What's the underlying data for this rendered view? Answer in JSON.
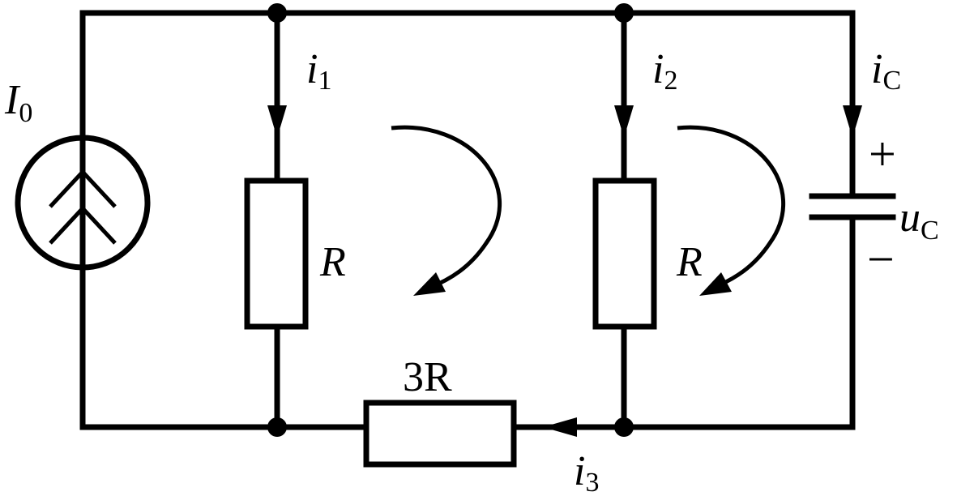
{
  "diagram": {
    "source": {
      "symbol": "I",
      "subscript": "0"
    },
    "resistor_left": {
      "label": "R"
    },
    "resistor_mid": {
      "label": "R"
    },
    "resistor_bottom": {
      "label": "3R"
    },
    "capacitor": {
      "symbol": "u",
      "subscript": "C",
      "plus": "+",
      "minus": "−"
    },
    "currents": {
      "i1": {
        "symbol": "i",
        "subscript": "1"
      },
      "i2": {
        "symbol": "i",
        "subscript": "2"
      },
      "iC": {
        "symbol": "i",
        "subscript": "C"
      },
      "i3": {
        "symbol": "i",
        "subscript": "3"
      }
    }
  }
}
